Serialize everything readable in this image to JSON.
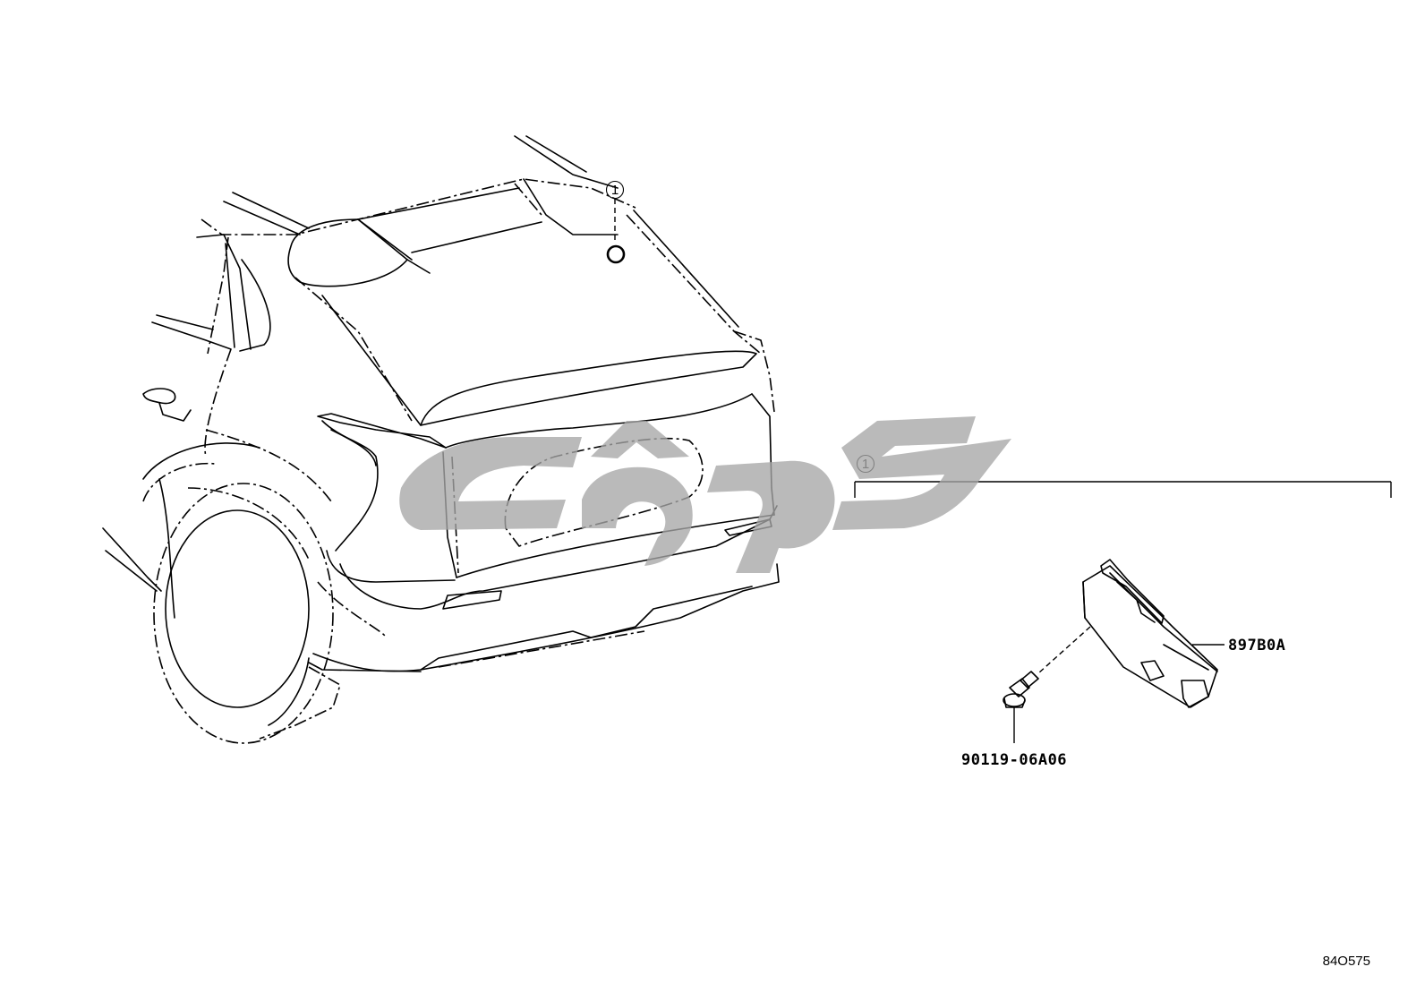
{
  "callouts": [
    {
      "id": "callout-1-top",
      "number": "1"
    },
    {
      "id": "callout-1-detail",
      "number": "1"
    }
  ],
  "parts": {
    "module": {
      "number": "897B0A"
    },
    "bolt": {
      "number": "90119-06A06"
    }
  },
  "figure_code": "84O575",
  "colors": {
    "line": "#000000",
    "watermark": "#a7a7a7",
    "background": "#ffffff"
  }
}
